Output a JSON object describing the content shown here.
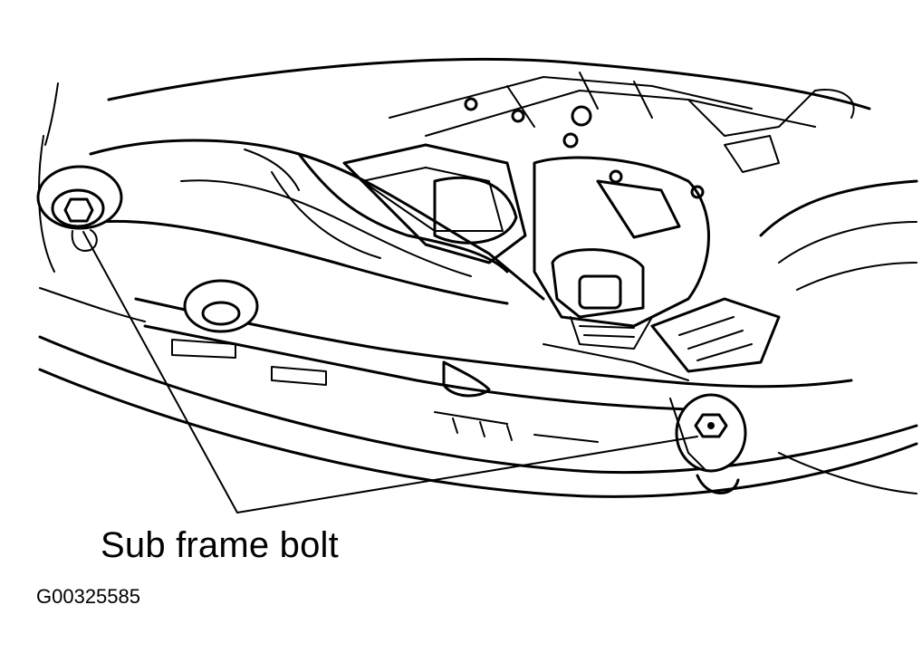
{
  "callout": {
    "label": "Sub frame bolt"
  },
  "figure": {
    "code": "G00325585"
  },
  "colors": {
    "ink": "#000000",
    "background": "#ffffff"
  },
  "parts": [
    "sub-frame",
    "lower-control-arm",
    "sub-frame-bolt-left",
    "sub-frame-bolt-right",
    "bumper-edge",
    "steering-gear"
  ]
}
